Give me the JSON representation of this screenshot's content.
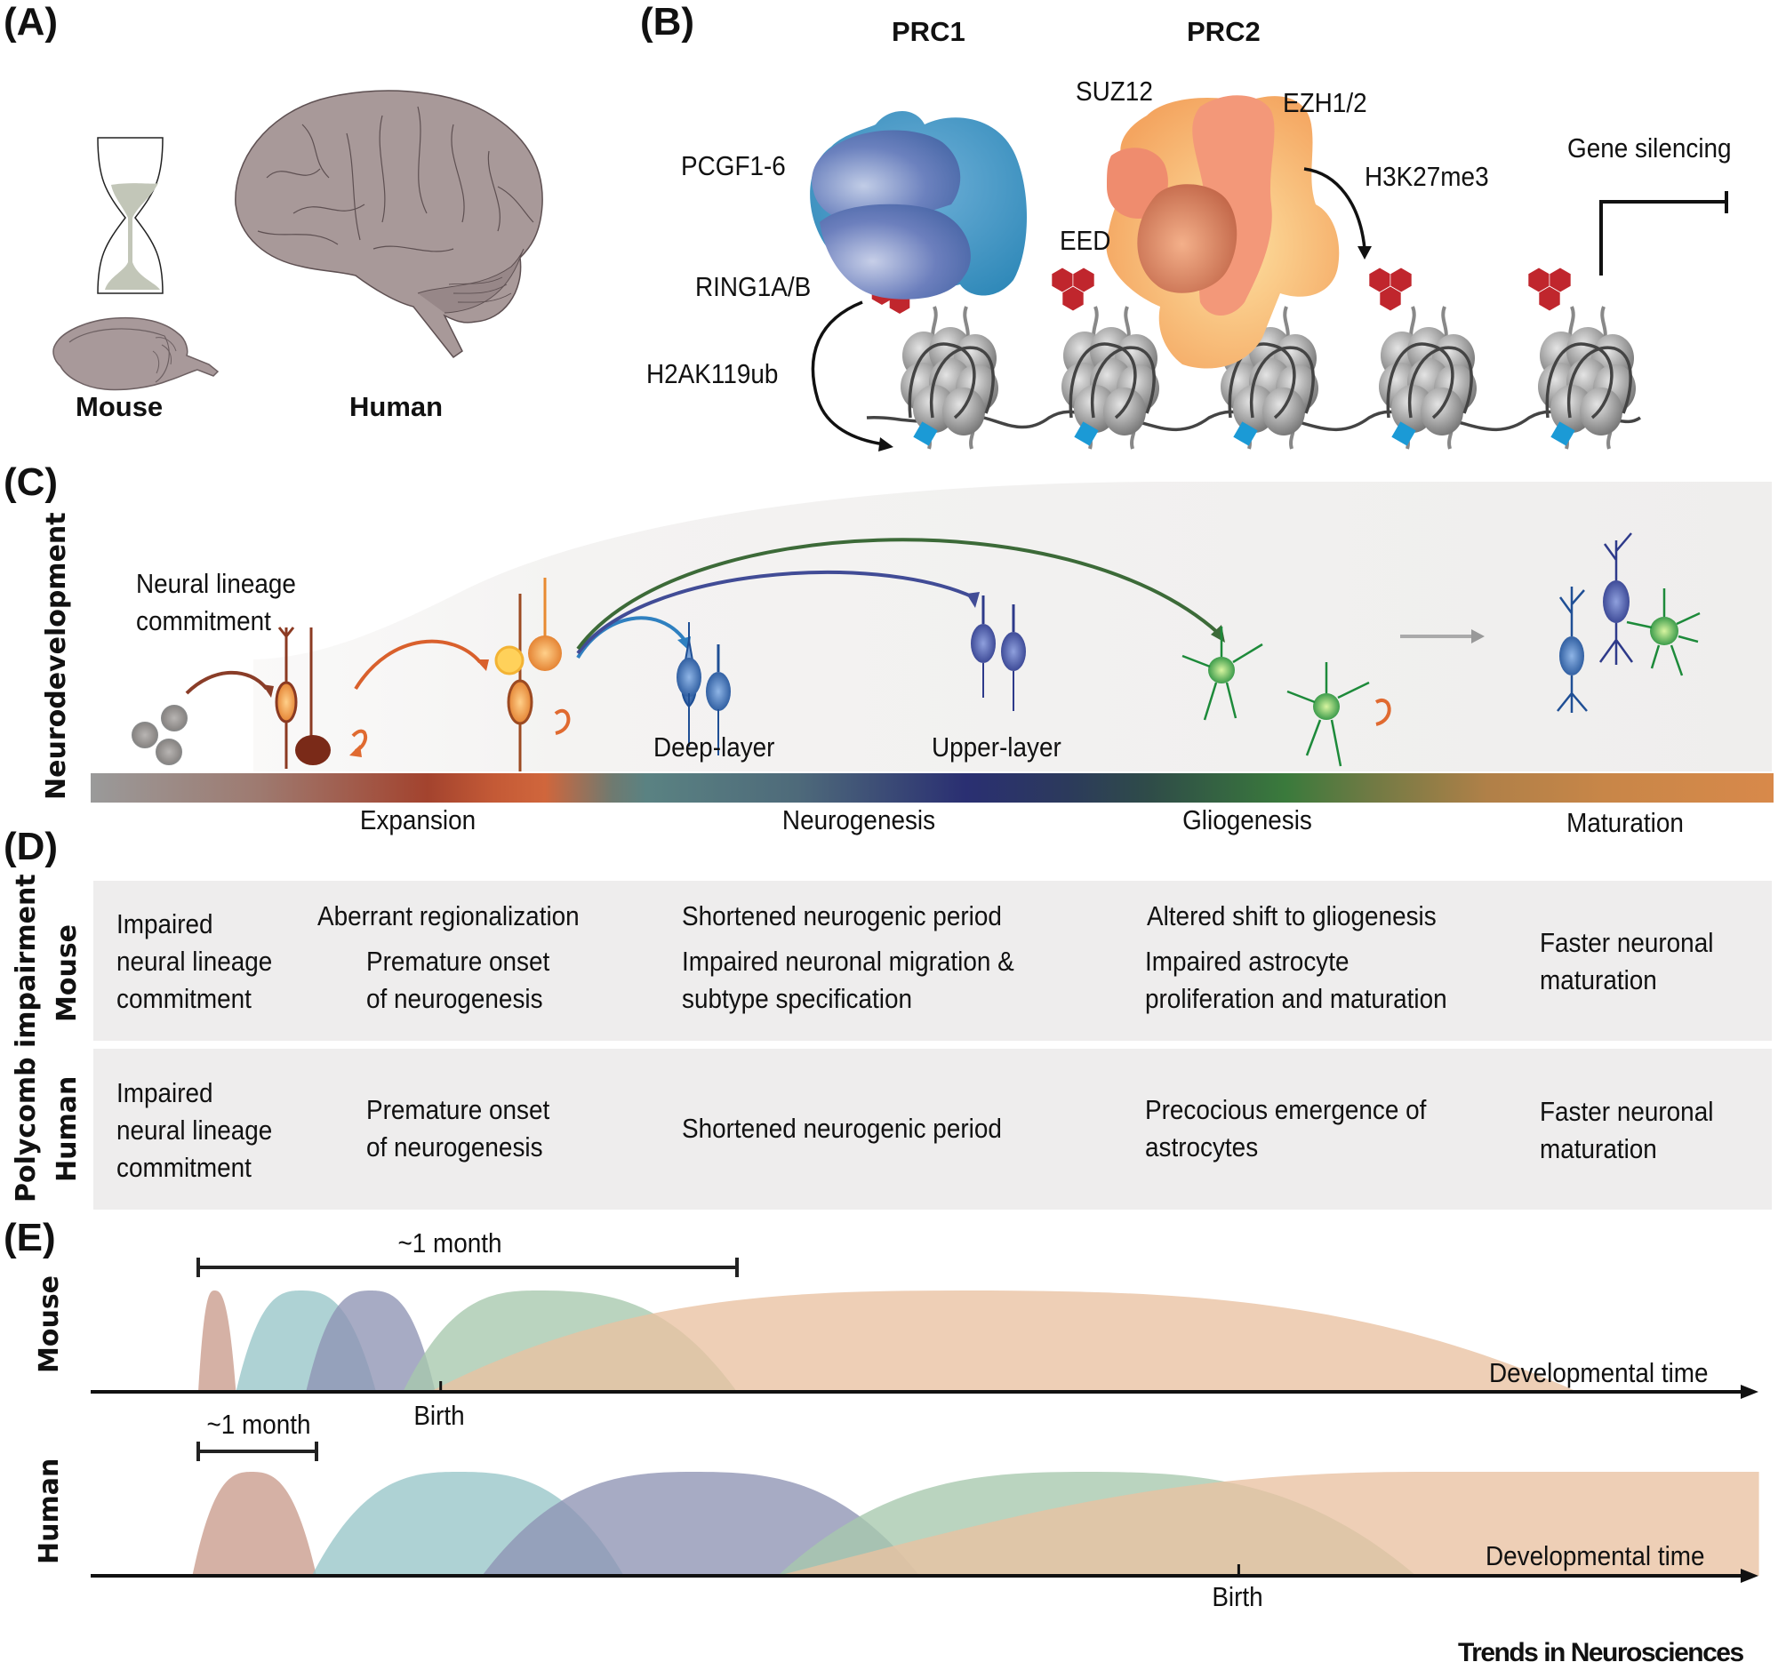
{
  "panels": {
    "a": {
      "label": "(A)",
      "species": [
        "Mouse",
        "Human"
      ],
      "icons": [
        "hourglass-icon",
        "mouse-brain-icon",
        "human-brain-icon"
      ]
    },
    "b": {
      "label": "(B)",
      "complexes": [
        "PRC1",
        "PRC2"
      ],
      "labels": {
        "pcgf": "PCGF1-6",
        "ring": "RING1A/B",
        "h2ak": "H2AK119ub",
        "suz12": "SUZ12",
        "ezh": "EZH1/2",
        "eed": "EED",
        "h3k27": "H3K27me3",
        "gene_silencing": "Gene silencing"
      }
    },
    "c": {
      "label": "(C)",
      "side_label": "Neurodevelopment",
      "lineage_text": [
        "Neural lineage",
        "commitment"
      ],
      "deep_layer": "Deep-layer",
      "upper_layer": "Upper-layer",
      "stages": [
        "Expansion",
        "Neurogenesis",
        "Gliogenesis",
        "Maturation"
      ]
    },
    "d": {
      "label": "(D)",
      "side_label": "Polycomb impairment",
      "rows": [
        {
          "species": "Mouse",
          "cells": [
            [
              "Impaired",
              "neural lineage",
              "commitment"
            ],
            [
              "Aberrant regionalization"
            ],
            [
              "Premature onset",
              "of neurogenesis"
            ],
            [
              "Shortened neurogenic period"
            ],
            [
              "Impaired neuronal migration &",
              "subtype specification"
            ],
            [
              "Altered shift to gliogenesis"
            ],
            [
              "Impaired astrocyte",
              "proliferation and maturation"
            ],
            [
              "Faster neuronal",
              "maturation"
            ]
          ]
        },
        {
          "species": "Human",
          "cells": [
            [
              "Impaired",
              "neural lineage",
              "commitment"
            ],
            [
              "Premature onset",
              "of neurogenesis"
            ],
            [
              "Shortened neurogenic period"
            ],
            [
              "Precocious emergence of",
              "astrocytes"
            ],
            [
              "Faster neuronal",
              "maturation"
            ]
          ]
        }
      ]
    },
    "e": {
      "label": "(E)",
      "mouse_label": "Mouse",
      "human_label": "Human",
      "mouse_scale": "~1 month",
      "human_scale": "~1 month",
      "birth": "Birth",
      "axis_label": "Developmental time"
    }
  },
  "footer": "Trends in Neurosciences",
  "colors": {
    "commitment": "#c99b8c",
    "expansion": "#97c5c8",
    "neurogenesis": "#8e93b3",
    "gliogenesis": "#a6c8ad",
    "maturation": "#e9c2a2",
    "table_bg": "#eeeded",
    "h3k27me3": "#c0262d",
    "h2ak119ub": "#1b9ad6"
  },
  "chart_data": [
    {
      "type": "area",
      "title": "Mouse",
      "xlabel": "Developmental time",
      "ylabel": "",
      "x_range_months": [
        0,
        3.5
      ],
      "scale_bar": {
        "label": "~1 month",
        "from": 0,
        "to": 1
      },
      "annotations": [
        {
          "label": "Birth",
          "x": 0.45
        }
      ],
      "series": [
        {
          "name": "Neural lineage commitment",
          "start": 0.0,
          "peak": 0.03,
          "end": 0.07,
          "peak_value": 1.0,
          "shape": "peak"
        },
        {
          "name": "Expansion",
          "start": 0.07,
          "peak": 0.19,
          "end": 0.33,
          "peak_value": 1.0,
          "shape": "peak"
        },
        {
          "name": "Neurogenesis",
          "start": 0.2,
          "peak": 0.32,
          "end": 0.44,
          "peak_value": 1.0,
          "shape": "peak"
        },
        {
          "name": "Gliogenesis",
          "start": 0.38,
          "peak": 0.63,
          "end": 1.0,
          "peak_value": 1.0,
          "shape": "peak"
        },
        {
          "name": "Maturation",
          "start": 0.43,
          "peak": 1.42,
          "end": 2.56,
          "peak_value": 1.0,
          "shape": "peak"
        }
      ]
    },
    {
      "type": "area",
      "title": "Human",
      "xlabel": "Developmental time",
      "ylabel": "",
      "x_range_months": [
        0,
        13.2
      ],
      "scale_bar": {
        "label": "~1 month",
        "from": 0,
        "to": 1
      },
      "annotations": [
        {
          "label": "Birth",
          "x": 8.8
        }
      ],
      "series": [
        {
          "name": "Neural lineage commitment",
          "start": -0.05,
          "peak": 0.45,
          "end": 1.0,
          "peak_value": 1.0,
          "shape": "peak"
        },
        {
          "name": "Expansion",
          "start": 0.96,
          "peak": 2.2,
          "end": 3.6,
          "peak_value": 1.0,
          "shape": "peak"
        },
        {
          "name": "Neurogenesis",
          "start": 2.4,
          "peak": 4.2,
          "end": 6.1,
          "peak_value": 1.0,
          "shape": "peak"
        },
        {
          "name": "Gliogenesis",
          "start": 4.9,
          "peak": 7.5,
          "end": 10.3,
          "peak_value": 1.0,
          "shape": "peak"
        },
        {
          "name": "Maturation",
          "start": 4.9,
          "peak": 10.3,
          "end": 13.2,
          "peak_value": 1.0,
          "shape": "plateau"
        }
      ]
    }
  ]
}
